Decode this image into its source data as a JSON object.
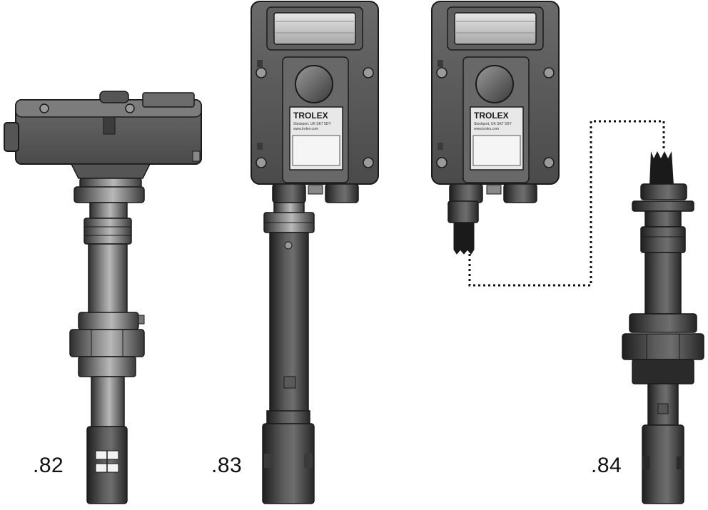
{
  "labels": {
    "v82": ".82",
    "v83": ".83",
    "v84": ".84"
  },
  "brand": {
    "name": "TROLEX",
    "address_line": "Stockport, UK SK7 5DY",
    "web_line": "www.trolex.com"
  },
  "colors": {
    "metal_dark": "#4a4a4a",
    "metal_mid": "#7a7a7a",
    "metal_light": "#bdbdbd",
    "housing": "#5a5a5a",
    "outline": "#1a1a1a",
    "label_plate": "#e8e8e8",
    "window": "#cfcfcf",
    "dotted_line": "#111111"
  },
  "icons": [
    "screw-icon",
    "dome-button-icon",
    "gland-icon",
    "sensor-tip-icon"
  ]
}
